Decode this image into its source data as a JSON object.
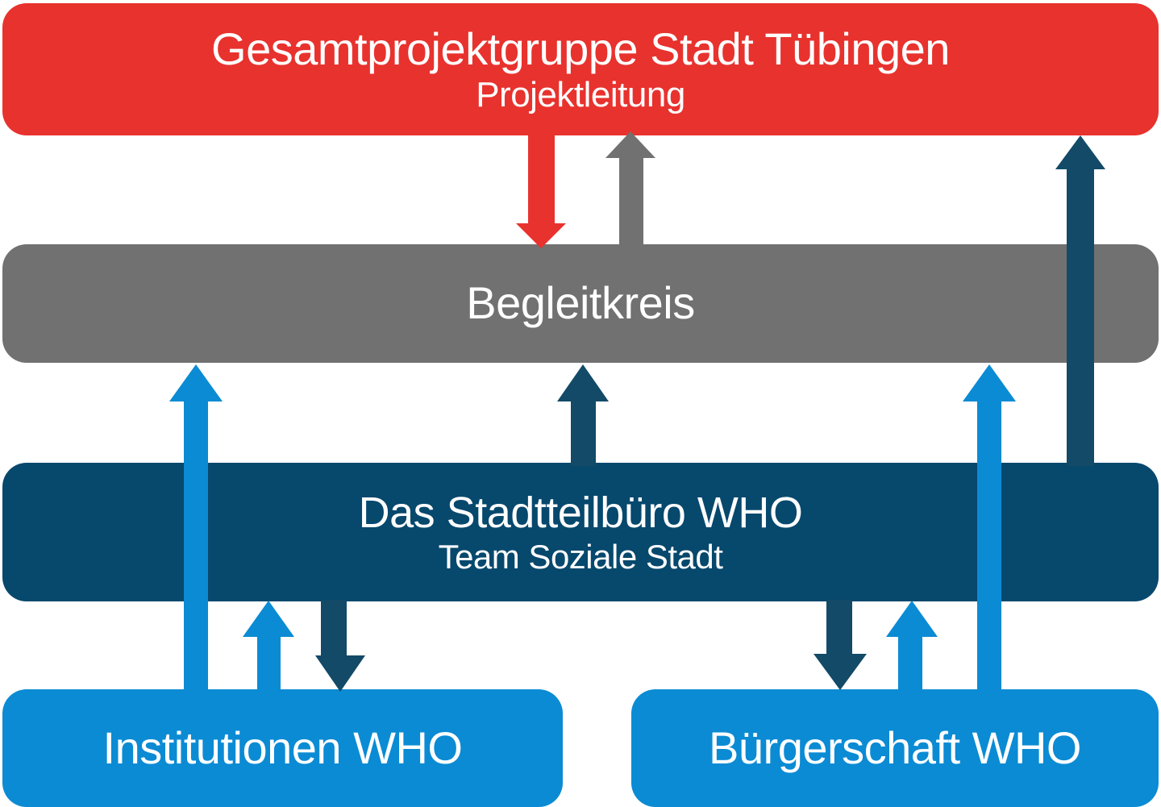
{
  "colors": {
    "background": "#ffffff",
    "red": "#e8322e",
    "gray": "#717171",
    "navy": "#07486d",
    "navy_arrow": "#124a68",
    "light_blue": "#0b8bd4",
    "text": "#ffffff"
  },
  "boxes": {
    "top": {
      "title": "Gesamtprojektgruppe Stadt Tübingen",
      "subtitle": "Projektleitung"
    },
    "middle": {
      "title": "Begleitkreis"
    },
    "office": {
      "title": "Das Stadtteilbüro WHO",
      "subtitle": "Team Soziale Stadt"
    },
    "bottom_left": {
      "title": "Institutionen WHO"
    },
    "bottom_right": {
      "title": "Bürgerschaft WHO"
    }
  },
  "arrows": [
    {
      "name": "arrow-red-down",
      "from": "top",
      "to": "middle",
      "color": "red",
      "direction": "down"
    },
    {
      "name": "arrow-gray-up",
      "from": "middle",
      "to": "top",
      "color": "gray",
      "direction": "up"
    },
    {
      "name": "arrow-navy-center-up",
      "from": "office",
      "to": "middle",
      "color": "navy_arrow",
      "direction": "up"
    },
    {
      "name": "arrow-navy-right-tall-up",
      "from": "office",
      "to": "top",
      "color": "navy_arrow",
      "direction": "up"
    },
    {
      "name": "arrow-lightblue-left-tall-up",
      "from": "bottom_left",
      "to": "middle",
      "color": "light_blue",
      "direction": "up"
    },
    {
      "name": "arrow-lightblue-right-tall-up",
      "from": "bottom_right",
      "to": "middle",
      "color": "light_blue",
      "direction": "up"
    },
    {
      "name": "arrow-lightblue-left-short-up",
      "from": "bottom_left",
      "to": "office",
      "color": "light_blue",
      "direction": "up"
    },
    {
      "name": "arrow-navy-left-down",
      "from": "office",
      "to": "bottom_left",
      "color": "navy_arrow",
      "direction": "down"
    },
    {
      "name": "arrow-navy-right-down",
      "from": "office",
      "to": "bottom_right",
      "color": "navy_arrow",
      "direction": "down"
    },
    {
      "name": "arrow-lightblue-right-short-up",
      "from": "bottom_right",
      "to": "office",
      "color": "light_blue",
      "direction": "up"
    }
  ]
}
